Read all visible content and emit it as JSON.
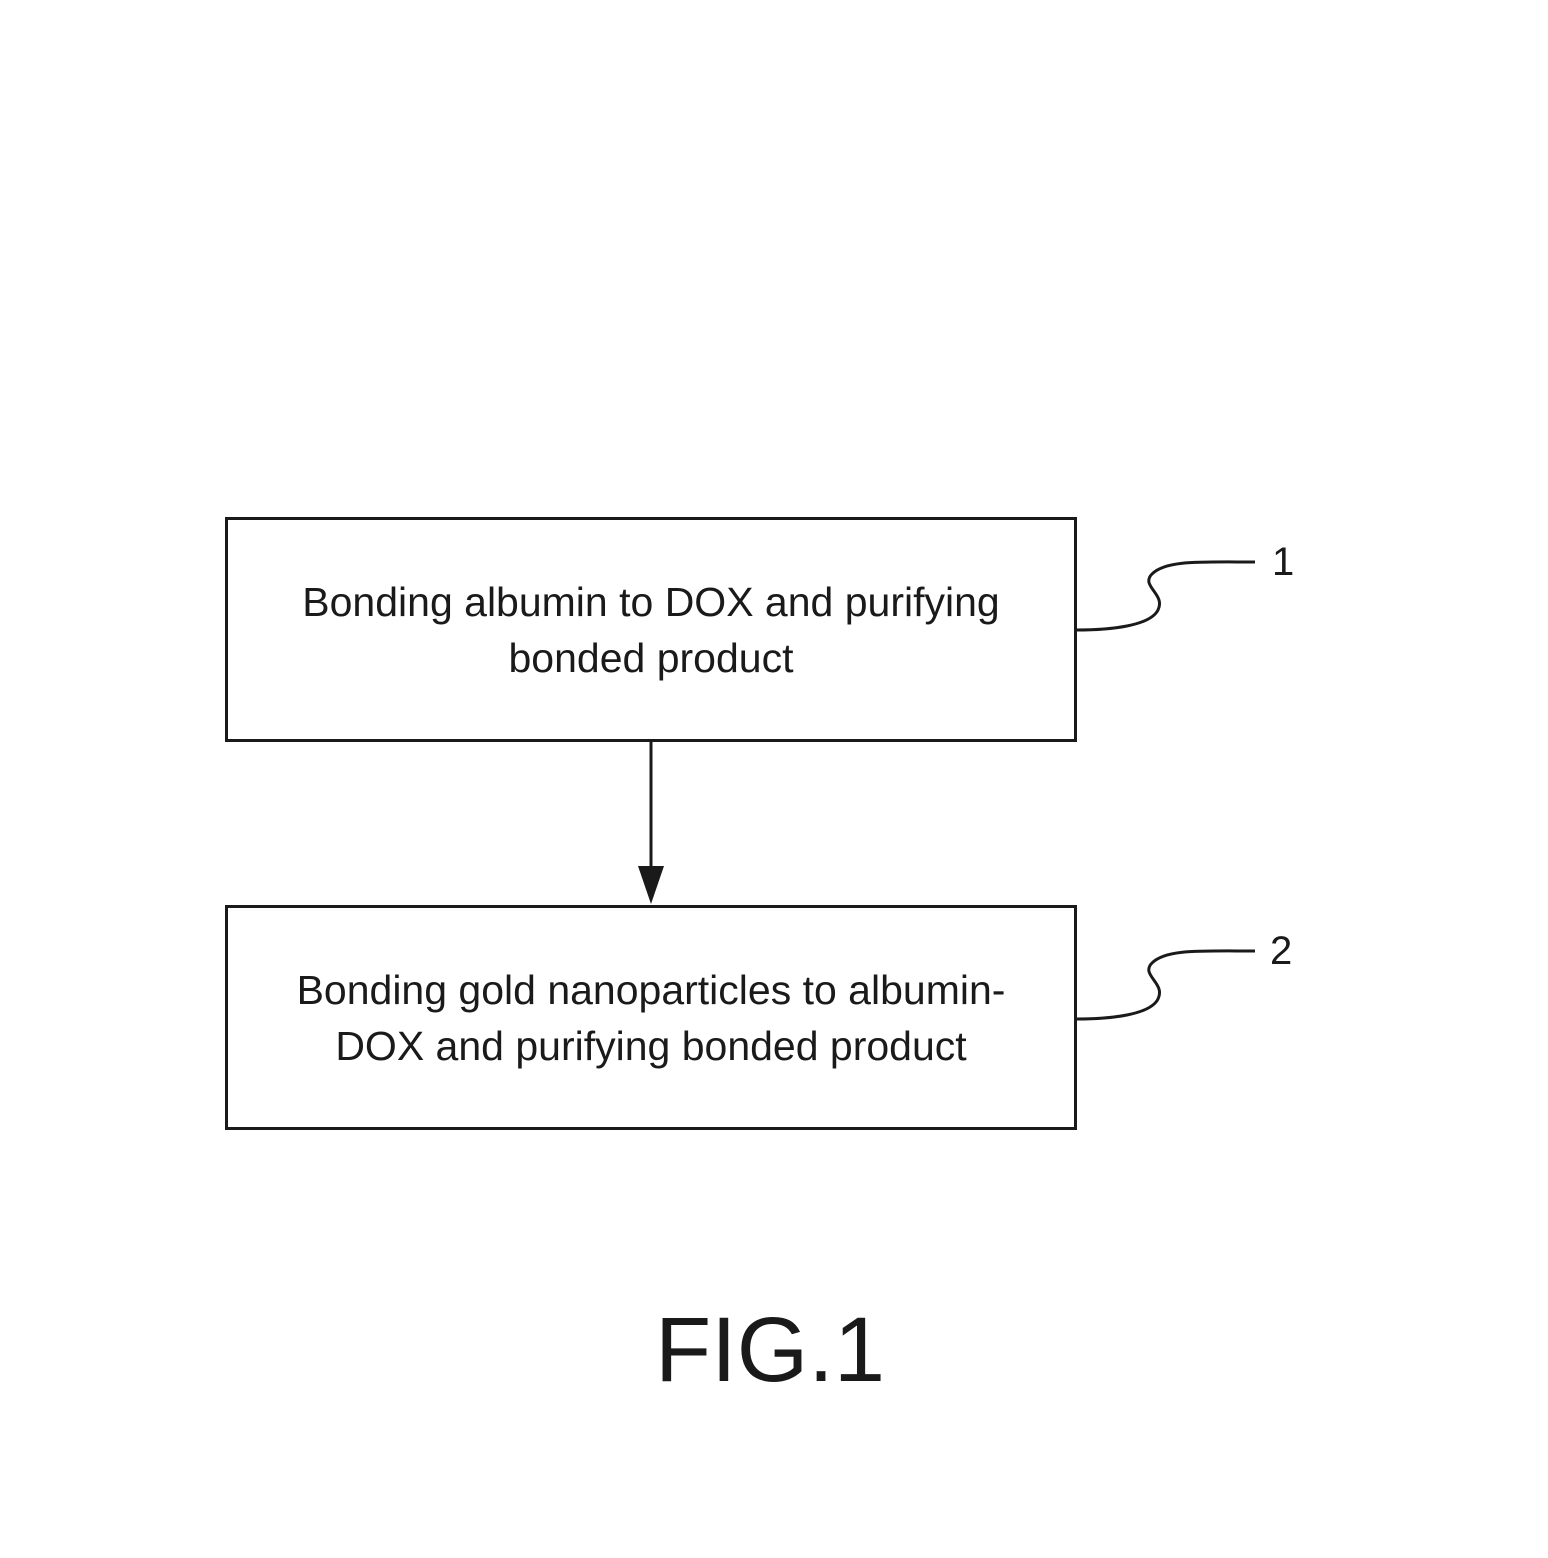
{
  "steps": [
    {
      "lines": [
        "Bonding albumin to DOX and purifying",
        "bonded product"
      ],
      "ref": "1"
    },
    {
      "lines": [
        "Bonding gold nanoparticles to albumin-",
        "DOX and purifying bonded product"
      ],
      "ref": "2"
    }
  ],
  "figure_label": "FIG.1",
  "colors": {
    "stroke": "#1a1a1a",
    "background": "#ffffff"
  }
}
